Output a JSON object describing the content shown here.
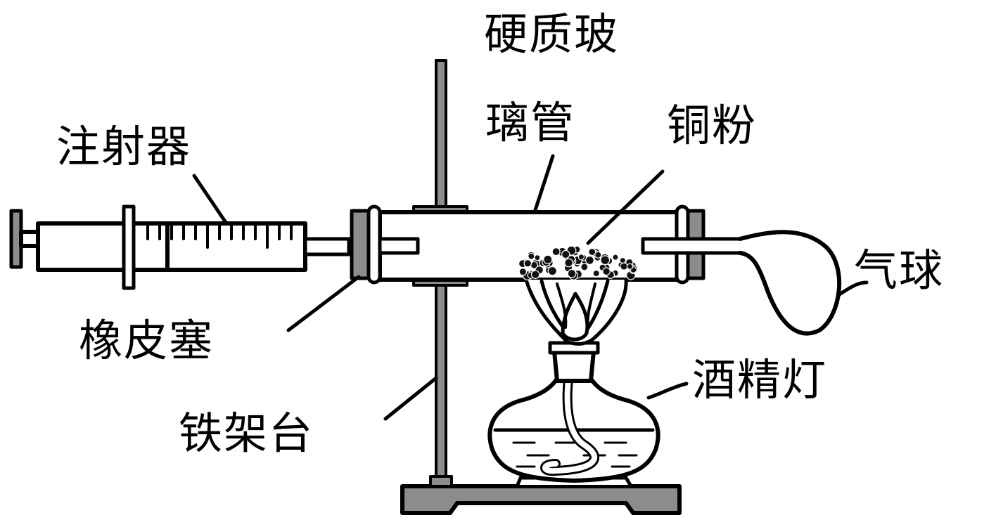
{
  "labels": {
    "syringe": "注射器",
    "rubber_stopper": "橡皮塞",
    "iron_stand": "铁架台",
    "hard_glass_tube_line1": "硬质玻",
    "hard_glass_tube_line2": "璃管",
    "copper_powder": "铜粉",
    "balloon": "气球",
    "alcohol_lamp": "酒精灯"
  },
  "colors": {
    "stroke": "#000000",
    "stopper_gray": "#8c8c8c",
    "base_gray": "#8c8c8c",
    "copper_dark": "#111111"
  }
}
